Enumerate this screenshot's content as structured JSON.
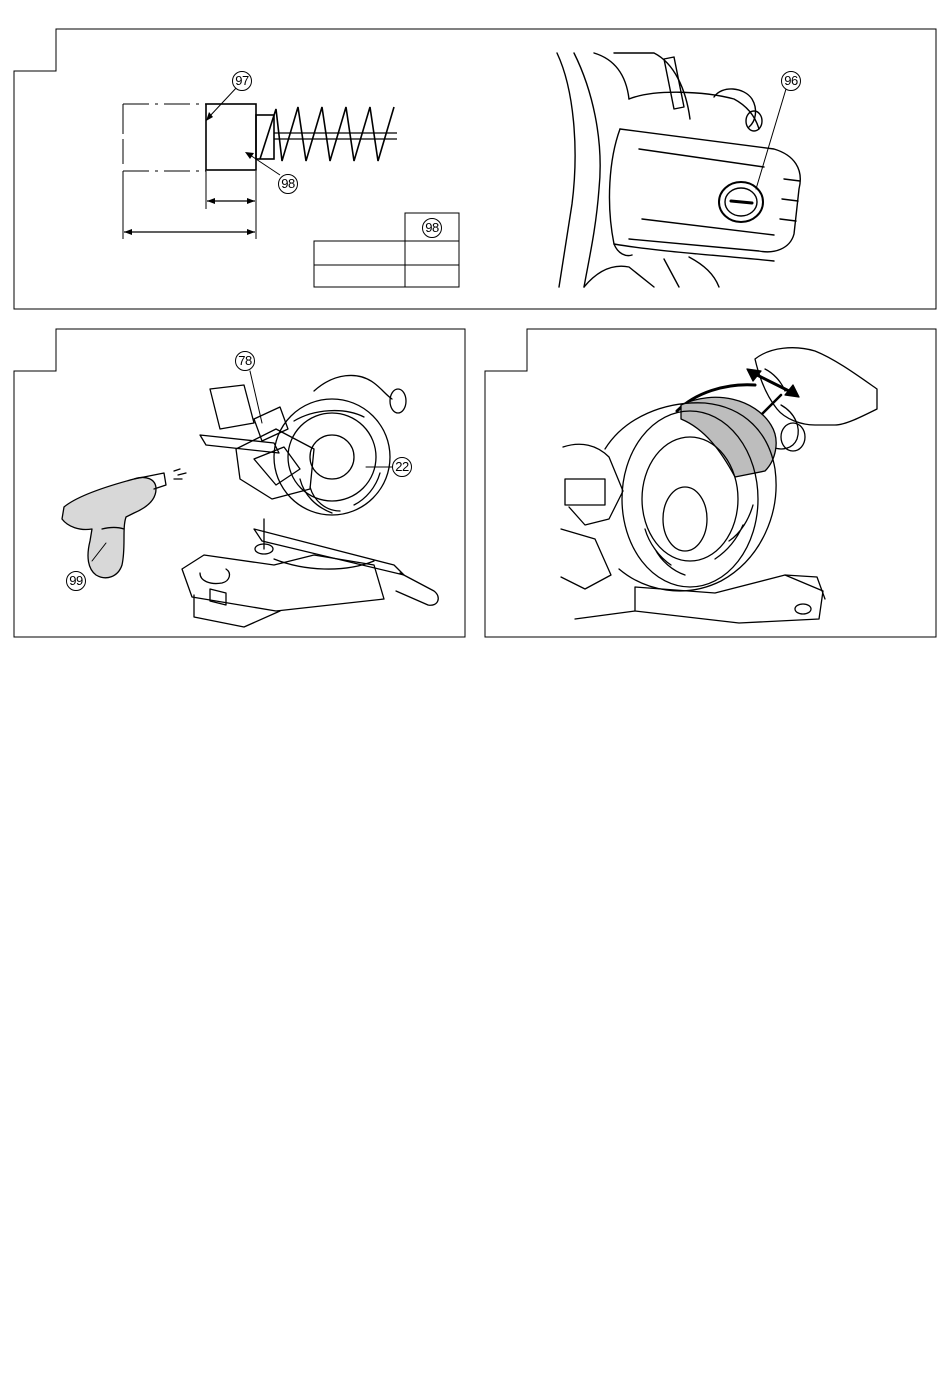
{
  "figures": {
    "brush_diagram": {
      "callout_brush_new": "97",
      "callout_wear_limit": "98",
      "table_header": "98",
      "table_rows": [
        {
          "label": "",
          "value": ""
        },
        {
          "label": "",
          "value": ""
        }
      ]
    },
    "brush_cap_view": {
      "callout_brush_cap": "96"
    },
    "blower_view": {
      "callout_blower": "99",
      "callout_lock": "78",
      "callout_blade": "22"
    },
    "cleaning_view": {}
  }
}
